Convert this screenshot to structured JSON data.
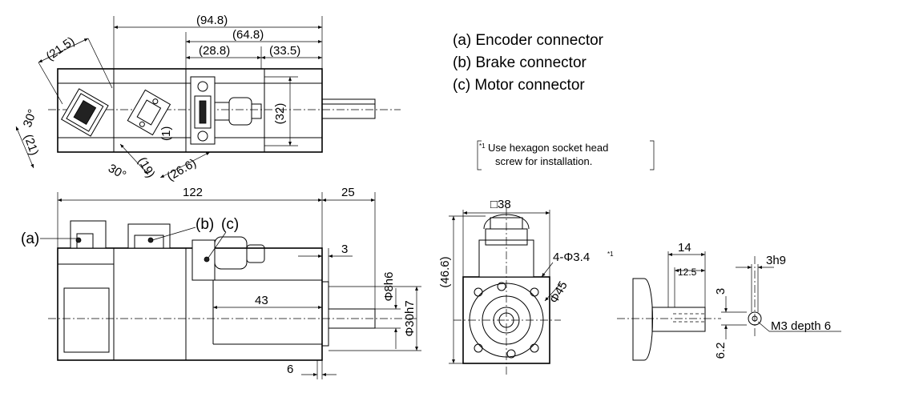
{
  "legend": {
    "items": [
      "(a) Encoder connector",
      "(b) Brake connector",
      "(c) Motor connector"
    ]
  },
  "note": {
    "mark": "*1",
    "line1": "Use hexagon socket head",
    "line2": "screw for installation."
  },
  "top_view": {
    "dims": {
      "overall": "(94.8)",
      "body": "(64.8)",
      "left_part": "(28.8)",
      "right_part": "(33.5)",
      "height": "(32)",
      "angled_width": "(21.5)",
      "angle_a": "30°",
      "left_height": "(21)",
      "angle_b": "30°",
      "conn_width": "(19)",
      "conn_offset": "(26.6)",
      "small": "(1)"
    }
  },
  "side_view": {
    "dims": {
      "length": "122",
      "shaft_length": "25",
      "flange": "3",
      "step": "43",
      "bottom": "6",
      "shaft_dia": "Φ8h6",
      "pilot_dia": "Φ30h7"
    },
    "labels": {
      "a": "(a)",
      "b": "(b)",
      "c": "(c)"
    }
  },
  "front_view": {
    "dims": {
      "square": "□38",
      "height": "(46.6)",
      "holes": "4-Φ3.4",
      "holes_note": "*1",
      "pcd": "Φ45"
    }
  },
  "shaft_view": {
    "dims": {
      "key_length": "14",
      "key_inner": "12.5",
      "key_width": "3h9",
      "key_height": "3",
      "depth_offset": "6.2",
      "tap": "M3 depth 6"
    }
  }
}
